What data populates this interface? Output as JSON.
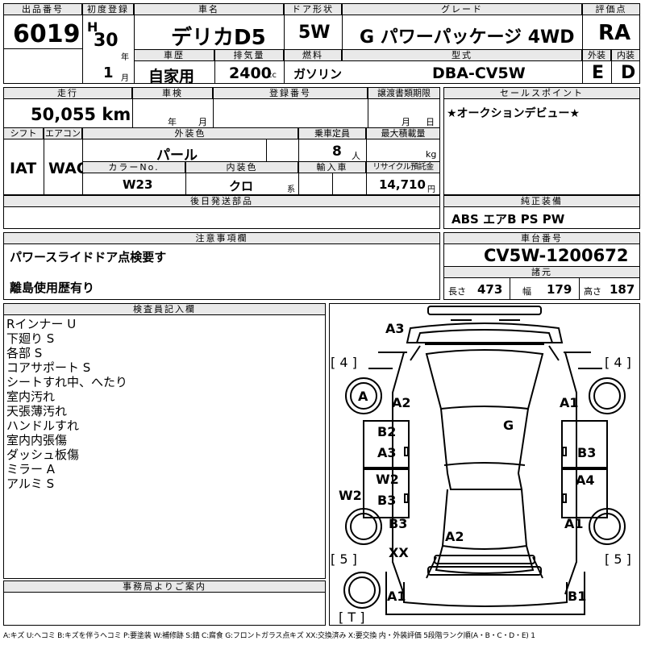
{
  "header": {
    "lot_label": "出品番号",
    "lot": "6019",
    "first_reg_label": "初度登録",
    "era": "H",
    "reg_year": "30",
    "year_unit": "年",
    "reg_month": "1",
    "month_unit": "月",
    "model_label": "車名",
    "model": "デリカD5",
    "door_label": "ドア形状",
    "door": "5W",
    "grade_label": "グレード",
    "grade": "G パワーパッケージ 4WD",
    "score_label": "評価点",
    "score": "RA",
    "history_label": "車歴",
    "history": "自家用",
    "displacement_label": "排気量",
    "displacement": "2400",
    "cc": "cc",
    "fuel_label": "燃料",
    "fuel": "ガソリン",
    "type_label": "型式",
    "type": "DBA-CV5W",
    "exterior_label": "外装",
    "exterior": "E",
    "interior_label": "内装",
    "interior": "D"
  },
  "row2": {
    "mileage_label": "走行",
    "mileage": "50,055 km",
    "inspection_label": "車検",
    "year_unit": "年",
    "month_unit": "月",
    "reg_no_label": "登録番号",
    "transfer_label": "譲渡書類期限",
    "day_unit": "日",
    "sales_label": "セールスポイント",
    "sales": "★オークションデビュー★"
  },
  "row3": {
    "shift_label": "シフト",
    "shift": "IAT",
    "ac_label": "エアコン",
    "ac": "WAC",
    "color_label": "外装色",
    "color": "パール",
    "seats_label": "乗車定員",
    "seats": "8",
    "seats_unit": "人",
    "load_label": "最大積載量",
    "load_unit": "kg",
    "color_no_label": "カラーNo.",
    "color_no": "W23",
    "int_color_label": "内装色",
    "int_color": "クロ",
    "int_color_unit": "系",
    "import_label": "輸入車",
    "recycle_label": "リサイクル預託金",
    "recycle": "14,710",
    "yen": "円"
  },
  "later_parts_label": "後日発送部品",
  "equipment_label": "純正装備",
  "equipment": "ABS エアB PS PW",
  "notes_label": "注意事項欄",
  "notes": [
    "パワースライドドア点検要す",
    "離島使用歴有り"
  ],
  "chassis_label": "車台番号",
  "chassis": "CV5W-1200672",
  "dims_label": "諸元",
  "dims": {
    "l_label": "長さ",
    "l": "473",
    "w_label": "幅",
    "w": "179",
    "h_label": "高さ",
    "h": "187"
  },
  "inspector_label": "検査員記入欄",
  "inspector": [
    "Rインナー U",
    "下廻り S",
    "各部 S",
    "コアサポート S",
    "シートすれ中、へたり",
    "室内汚れ",
    "天張薄汚れ",
    "ハンドルすれ",
    "室内内張傷",
    "ダッシュ板傷",
    "ミラー A",
    "アルミ S"
  ],
  "office_label": "事務局よりご案内",
  "diagram": {
    "marks": [
      "A3",
      "A",
      "A2",
      "A1",
      "G",
      "B2",
      "A3",
      "B3",
      "W2",
      "W2",
      "B3",
      "A4",
      "B3",
      "A2",
      "A1",
      "XX",
      "A1",
      "B1"
    ],
    "brackets": [
      "[ 4 ]",
      "[ 4 ]",
      "[ 5 ]",
      "[ 5 ]",
      "[ T ]"
    ]
  },
  "legend": "A:キズ U:ヘコミ B:キズを伴うヘコミ P:要塗装 W:補修跡 S:錆 C:腐食 G:フロントガラス点キズ XX:交換済み X:要交換 内・外装評価 5段階ランク順(A・B・C・D・E) 1"
}
